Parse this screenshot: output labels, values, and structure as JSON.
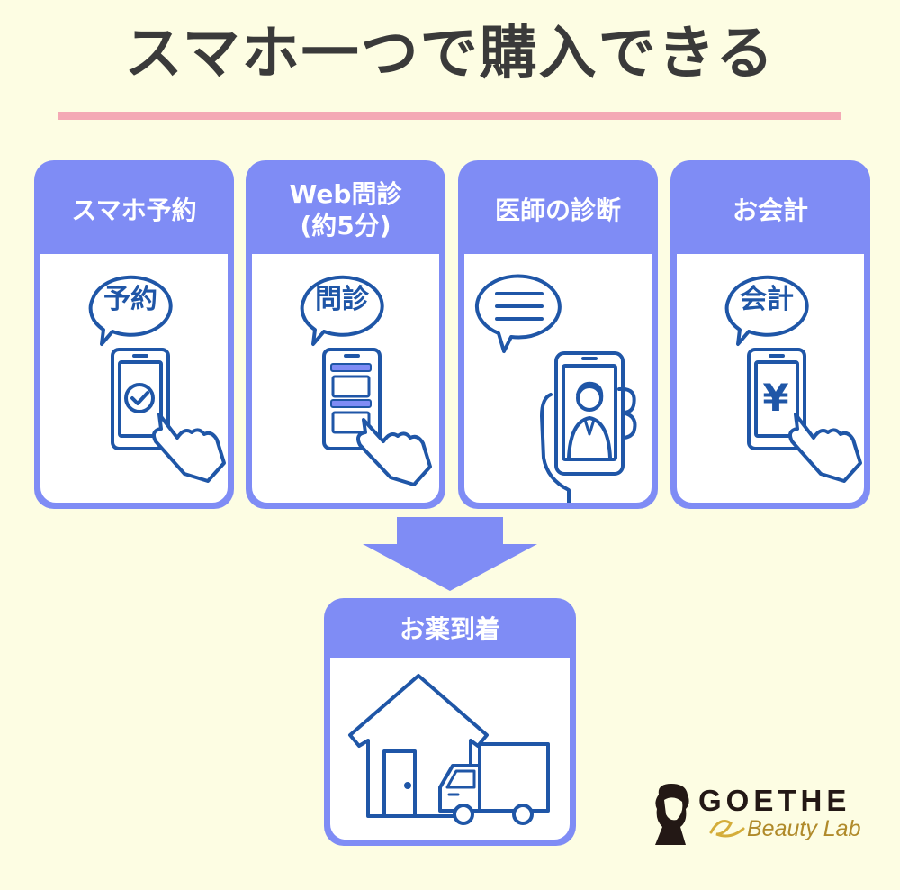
{
  "title": "スマホ一つで購入できる",
  "steps": [
    {
      "header": "スマホ予約",
      "bubble": "予約"
    },
    {
      "header": "Web問診\n(約5分)",
      "bubble": "問診"
    },
    {
      "header": "医師の診断",
      "bubble": ""
    },
    {
      "header": "お会計",
      "bubble": "会計",
      "symbol": "¥"
    }
  ],
  "final": {
    "header": "お薬到着"
  },
  "logo": {
    "brand": "GOETHE",
    "sub": "Beauty Lab"
  },
  "colors": {
    "accent": "#7f8cf5",
    "line": "#1f56a7",
    "rule": "#f4a9b5",
    "background": "#fdfde3"
  }
}
